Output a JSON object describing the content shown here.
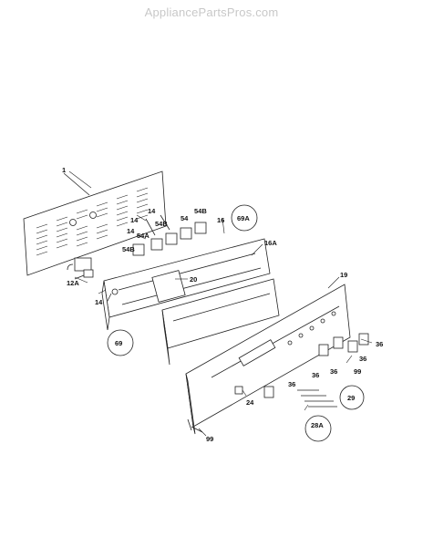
{
  "watermark": "AppliancePartsPros.com",
  "callouts": {
    "c1": "1",
    "c12A": "12A",
    "c14a": "14",
    "c14b": "14",
    "c14c": "14",
    "c14d": "14",
    "c54Ba": "54B",
    "c54Bb": "54B",
    "c54Bc": "54B",
    "c54": "54",
    "c54A": "54A",
    "c16": "16",
    "c16A": "16A",
    "c20": "20",
    "c19": "19",
    "c36a": "36",
    "c36b": "36",
    "c36c": "36",
    "c36d": "36",
    "c36e": "36",
    "c99a": "99",
    "c99b": "99",
    "c24": "24",
    "c69": "69",
    "c69A": "69A",
    "c28A": "28A",
    "c29": "29"
  }
}
